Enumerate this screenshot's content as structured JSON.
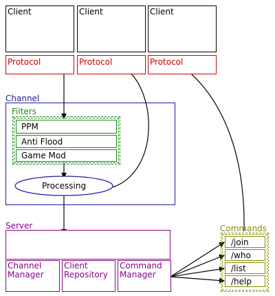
{
  "clients": [
    {
      "label": "Client"
    },
    {
      "label": "Client"
    },
    {
      "label": "Client"
    }
  ],
  "protocols": [
    {
      "label": "Protocol"
    },
    {
      "label": "Protocol"
    },
    {
      "label": "Protocol"
    }
  ],
  "channel": {
    "label": "Channel",
    "filters_label": "Filters",
    "filters": [
      "PPM",
      "Anti Flood",
      "Game Mod"
    ],
    "processing_label": "Processing"
  },
  "server": {
    "label": "Server",
    "managers": [
      "Channel\nManager",
      "Client\nRepository",
      "Command\nManager"
    ]
  },
  "commands": {
    "label": "Commands",
    "items": [
      "/join",
      "/who",
      "/list",
      "/help"
    ]
  },
  "colors": {
    "client": "#000000",
    "protocol": "#cc0000",
    "channel": "#1a1aa0",
    "filters": "#1a8a1a",
    "server": "#8a008a",
    "commands": "#8a8a00"
  }
}
